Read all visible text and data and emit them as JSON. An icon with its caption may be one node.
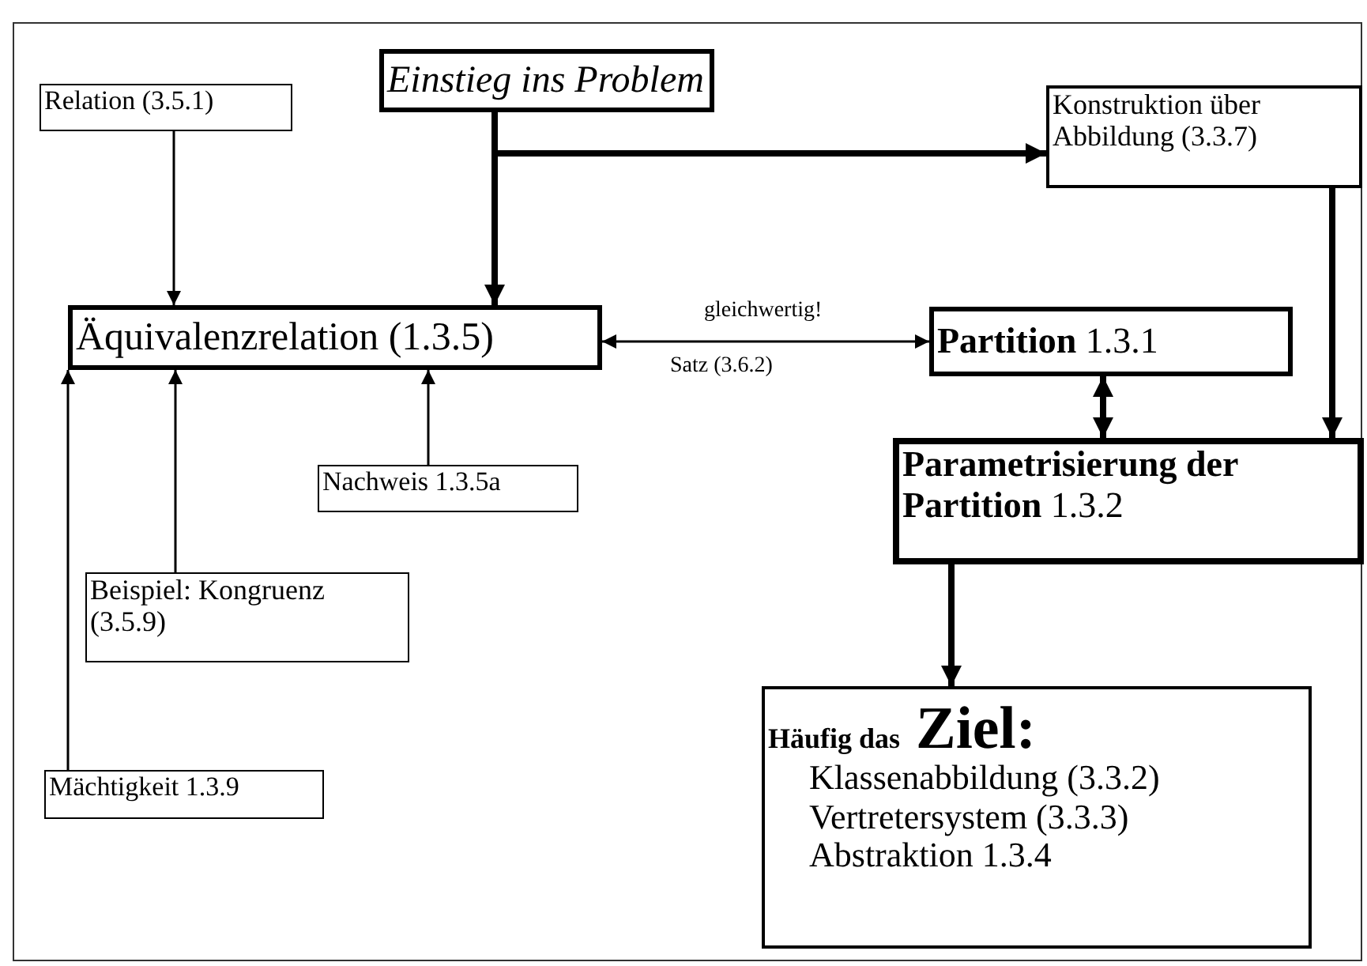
{
  "diagram": {
    "nodes": [
      {
        "text": [
          "Einstieg ins Problem"
        ]
      },
      {
        "text": [
          "Relation (3.5.1)"
        ]
      },
      {
        "text": [
          "Konstruktion über Abbildung (3.3.7)"
        ]
      },
      {
        "text": [
          "Äquivalenzrelation (1.3.5)"
        ]
      },
      {
        "text": [
          "**Partition** 1.3.1"
        ]
      },
      {
        "text": [
          "**Parametrisierung der Partition** 1.3.2"
        ]
      },
      {
        "text": [
          "Nachweis 1.3.5a"
        ]
      },
      {
        "text": [
          "Beispiel: Kongruenz (3.5.9)"
        ]
      },
      {
        "text": [
          "Mächtigkeit 1.3.9"
        ]
      },
      {
        "text": [
          "Häufig das",
          "Ziel:",
          "Klassenabbildung (3.3.2)",
          "Vertretersystem (3.3.3)",
          "Abstraktion 1.3.4"
        ]
      }
    ],
    "edges": [
      {
        "from": 0,
        "to": 3,
        "arrow": "to",
        "style": "thick"
      },
      {
        "from": 0,
        "to": 2,
        "arrow": "to",
        "style": "thick"
      },
      {
        "from": 1,
        "to": 3,
        "arrow": "to"
      },
      {
        "from": 4,
        "to": 3,
        "arrow": "both",
        "label": "gleichwertig!"
      },
      {
        "from": 4,
        "to": 5,
        "arrow": "both",
        "style": "thick"
      },
      {
        "from": 2,
        "to": 5,
        "arrow": "to",
        "style": "thick"
      },
      {
        "from": 5,
        "to": 9,
        "arrow": "to",
        "style": "thick"
      },
      {
        "from": 6,
        "to": 3,
        "arrow": "to"
      },
      {
        "from": 7,
        "to": 3,
        "arrow": "to"
      },
      {
        "from": 8,
        "to": 3,
        "arrow": "to"
      }
    ],
    "labels": [
      "Satz (3.6.2)"
    ]
  }
}
